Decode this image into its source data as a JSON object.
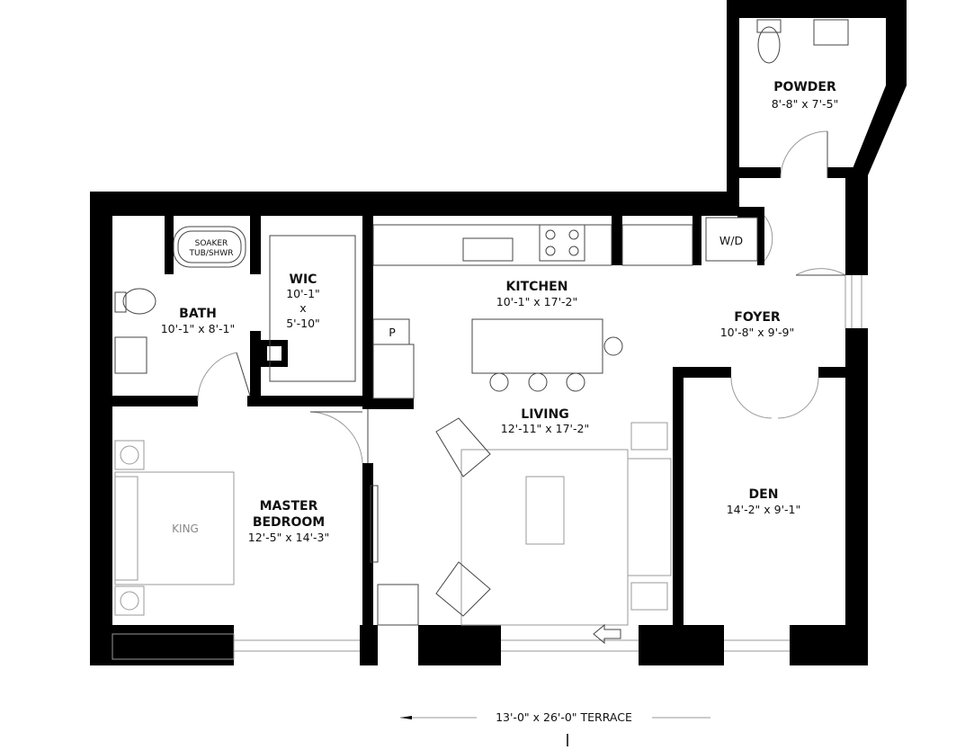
{
  "plan": {
    "rooms": {
      "powder": {
        "name": "POWDER",
        "dims": "8'-8\" x 7'-5\""
      },
      "kitchen": {
        "name": "KITCHEN",
        "dims": "10'-1\" x 17'-2\""
      },
      "foyer": {
        "name": "FOYER",
        "dims": "10'-8\" x 9'-9\""
      },
      "bath": {
        "name": "BATH",
        "dims": "10'-1\" x 8'-1\""
      },
      "wic": {
        "name": "WIC",
        "dims_line1": "10'-1\"",
        "dims_x": "x",
        "dims_line2": "5'-10\""
      },
      "living": {
        "name": "LIVING",
        "dims": "12'-11\" x 17'-2\""
      },
      "master": {
        "name_line1": "MASTER",
        "name_line2": "BEDROOM",
        "dims": "12'-5\" x 14'-3\""
      },
      "den": {
        "name": "DEN",
        "dims": "14'-2\" x 9'-1\""
      }
    },
    "fixtures": {
      "tub_line1": "SOAKER",
      "tub_line2": "TUB/SHWR",
      "washer_dryer": "W/D",
      "pantry": "P",
      "bed": "KING"
    },
    "terrace": "13'-0\" x 26'-0\" TERRACE"
  }
}
